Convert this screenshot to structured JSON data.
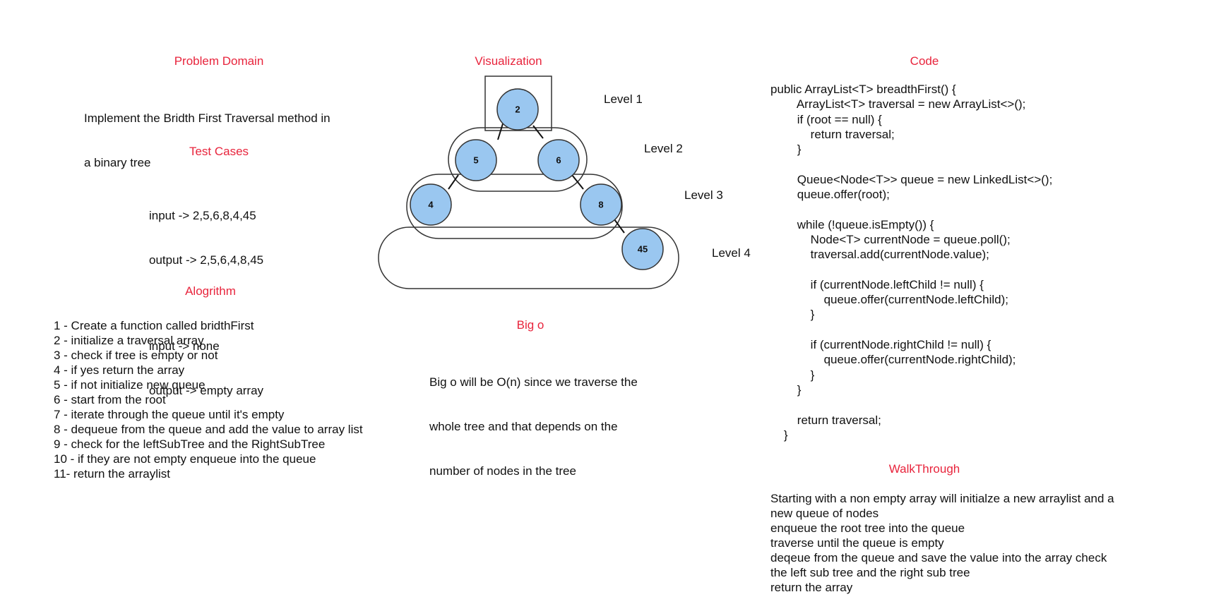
{
  "problem": {
    "heading": "Problem Domain",
    "line1": "Implement the Bridth First Traversal method in",
    "line2": "a binary tree"
  },
  "tests": {
    "heading": "Test Cases",
    "case1_input": "input -> 2,5,6,8,4,45",
    "case1_output": "output -> 2,5,6,4,8,45",
    "case2_input": "input -> none",
    "case2_output": "output -> empty array"
  },
  "algorithm": {
    "heading": "Alogrithm",
    "steps": [
      "1 - Create a function called bridthFirst",
      "2 - initialize a traversal array",
      "3 - check if tree is empty or not",
      "4 - if yes return the array",
      "5 - if not initialize new queue",
      "6 - start from the root",
      "7 - iterate through the queue until it's empty",
      "8 - dequeue from the queue and add the value to array list",
      "9 - check for the leftSubTree and the RightSubTree",
      "10 - if they are not empty enqueue into the queue",
      "11- return the arraylist"
    ]
  },
  "visualization": {
    "heading": "Visualization",
    "nodes": [
      "2",
      "5",
      "6",
      "4",
      "8",
      "45"
    ],
    "levels": [
      "Level 1",
      "Level 2",
      "Level 3",
      "Level 4"
    ],
    "node_fill": "#9ac7f0",
    "stroke": "#333333"
  },
  "bigo": {
    "heading": "Big o",
    "line1": "Big o will be O(n) since we traverse the",
    "line2": "whole tree and that depends on the",
    "line3": "number of nodes in the tree"
  },
  "code": {
    "heading": "Code",
    "lines": [
      "public ArrayList<T> breadthFirst() {",
      "        ArrayList<T> traversal = new ArrayList<>();",
      "        if (root == null) {",
      "            return traversal;",
      "        }",
      "",
      "        Queue<Node<T>> queue = new LinkedList<>();",
      "        queue.offer(root);",
      "",
      "        while (!queue.isEmpty()) {",
      "            Node<T> currentNode = queue.poll();",
      "            traversal.add(currentNode.value);",
      "",
      "            if (currentNode.leftChild != null) {",
      "                queue.offer(currentNode.leftChild);",
      "            }",
      "",
      "            if (currentNode.rightChild != null) {",
      "                queue.offer(currentNode.rightChild);",
      "            }",
      "        }",
      "",
      "        return traversal;",
      "    }"
    ]
  },
  "walkthrough": {
    "heading": "WalkThrough",
    "lines": [
      "Starting with a non empty array will initialze a new arraylist and a",
      "new queue of nodes",
      "enqueue the root tree into the queue",
      "traverse until the queue is empty",
      "deqeue from the queue and save the value into the array check",
      "the left sub tree and the right sub tree",
      "return the array"
    ]
  },
  "colors": {
    "heading": "#e8243c",
    "text": "#111111"
  }
}
